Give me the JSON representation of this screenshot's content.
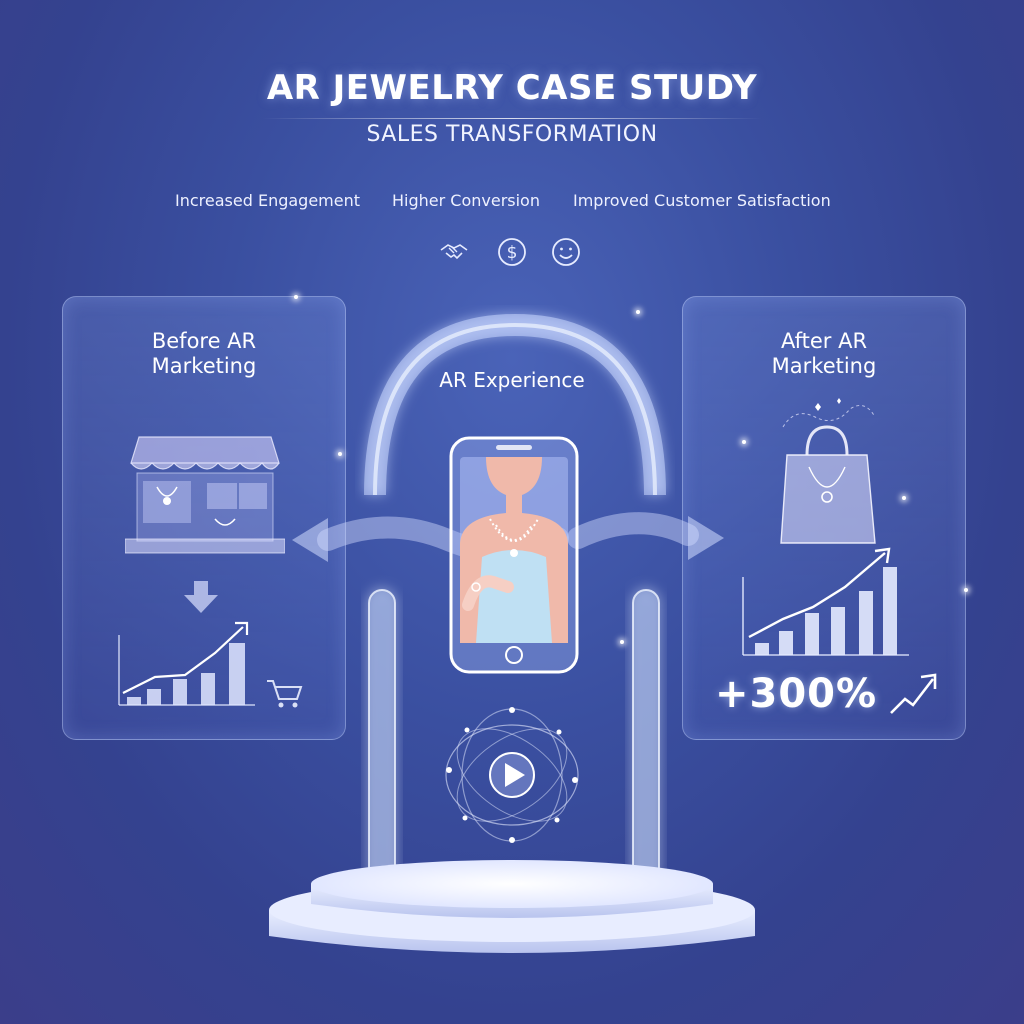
{
  "header": {
    "title": "AR JEWELRY CASE STUDY",
    "subtitle": "SALES TRANSFORMATION"
  },
  "benefits": [
    {
      "label": "Increased Engagement",
      "icon": "handshake-icon"
    },
    {
      "label": "Higher Conversion",
      "icon": "dollar-icon"
    },
    {
      "label": "Improved Customer Satisfaction",
      "icon": "smiley-icon"
    }
  ],
  "before_panel": {
    "title_line1": "Before AR",
    "title_line2": "Marketing",
    "icons": [
      "storefront-icon",
      "down-arrow-icon",
      "bar-chart-icon",
      "cart-icon"
    ]
  },
  "center": {
    "label": "AR Experience",
    "icons": [
      "smartphone-icon",
      "play-icon"
    ]
  },
  "after_panel": {
    "title_line1": "After AR",
    "title_line2": "Marketing",
    "stat": "+300%",
    "icons": [
      "shopping-bag-icon",
      "bar-chart-icon",
      "trend-up-icon"
    ]
  },
  "colors": {
    "background": "#3a4fa0",
    "glow": "#c8d6ff",
    "skin": "#f0b9aa",
    "panel_border": "#c8d7ff"
  }
}
